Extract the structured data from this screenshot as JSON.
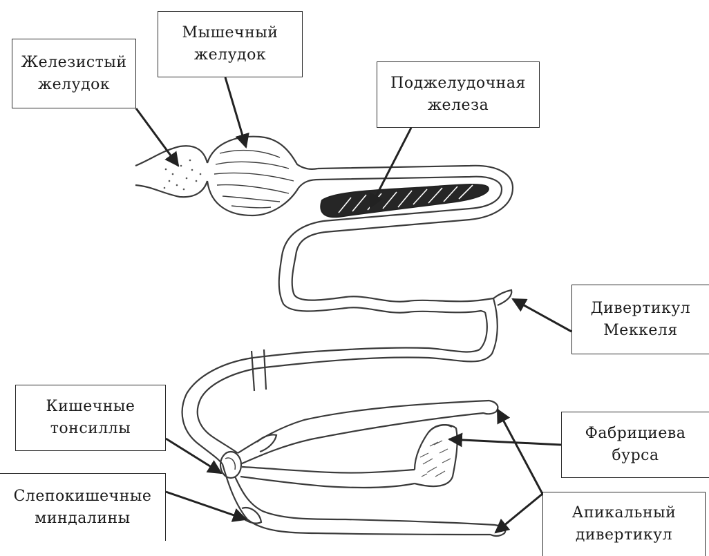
{
  "labels": {
    "glandular_stomach": "Железистый\nжелудок",
    "muscular_stomach": "Мышечный\nжелудок",
    "pancreas": "Поджелудочная\nжелеза",
    "meckel_diverticulum": "Дивертикул\nМеккеля",
    "intestinal_tonsils": "Кишечные\nтонсиллы",
    "bursa_fabricius": "Фабрициева\nбурса",
    "cecal_tonsils": "Слепокишечные\nминдалины",
    "apical_diverticulum": "Апикальный\nдивертикул"
  },
  "colors": {
    "outline": "#3a3a3a",
    "pancreas_fill": "#222222",
    "arrow": "#222222",
    "background": "#ffffff"
  }
}
